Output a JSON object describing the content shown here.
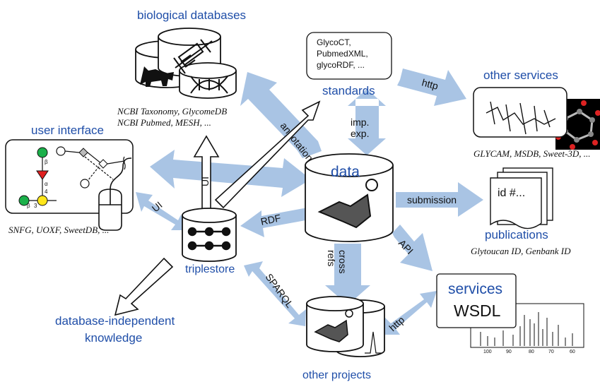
{
  "labels": {
    "biological_databases": "biological databases",
    "bio_db_caption_line1": "NCBI Taxonomy, GlycomeDB",
    "bio_db_caption_line2": "NCBI Pubmed, MESH, ...",
    "user_interface": "user interface",
    "ui_caption": "SNFG, UOXF, SweetDB, ...",
    "standards": "standards",
    "standards_items": [
      "GlycoCT,",
      "PubmedXML,",
      "glycoRDF, ..."
    ],
    "other_services": "other services",
    "other_services_caption": "GLYCAM, MSDB, Sweet-3D, ...",
    "data": "data",
    "triplestore": "triplestore",
    "publications": "publications",
    "publications_caption": "Glytoucan ID, Genbank ID",
    "publication_doc_text": "id #...",
    "services": "services",
    "wsdl": "WSDL",
    "database_independent_line1": "database-independent",
    "database_independent_line2": "knowledge",
    "other_projects": "other projects",
    "spectrum_ticks": [
      "100",
      "90",
      "80",
      "70",
      "60"
    ]
  },
  "arrows": {
    "http_services": "http",
    "annotations": "annotations",
    "imp": "imp.",
    "exp": "exp.",
    "ui_top": "UI",
    "ui_left": "UI",
    "rdf": "RDF",
    "submission": "submission",
    "api": "API",
    "cross": "cross",
    "refs": "refs",
    "sparql": "SPARQL",
    "http_projects": "http"
  },
  "glycan": {
    "anomer_beta": "β",
    "anomer_alpha": "α",
    "link_4": "4",
    "link_3": "3"
  },
  "colors": {
    "accent_text": "#1f4ea8",
    "arrow_fill": "#a9c4e4",
    "gal_green": "#1bb04a",
    "fuc_red": "#e02020",
    "glc_yellow": "#ffe61a"
  }
}
